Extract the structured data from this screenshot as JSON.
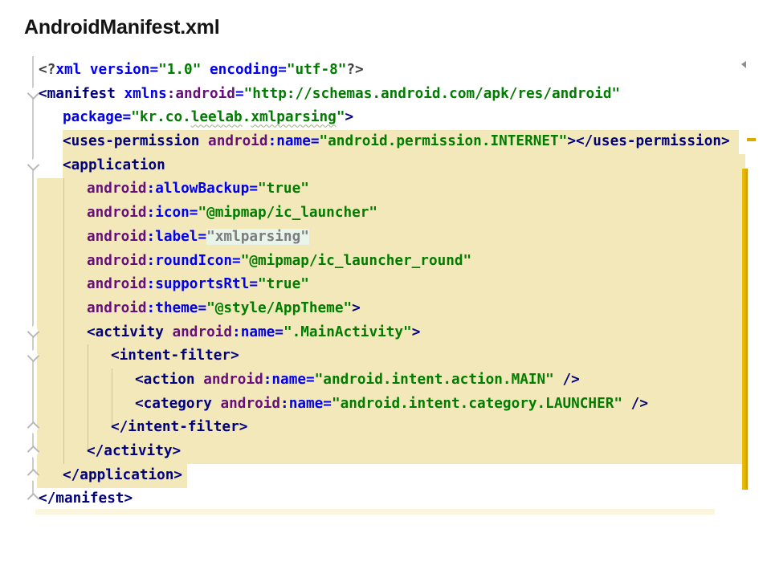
{
  "header": {
    "title": "AndroidManifest.xml"
  },
  "colors": {
    "selection_tan": "#f3e8b9",
    "selection_tan_pale": "#fbf5dd",
    "gold_stripe": "#e0ac00",
    "tag_navy": "#000080",
    "attr_blue": "#0000ee",
    "namespace_purple": "#660e7a",
    "value_green": "#007c00",
    "symbol_gray": "#3f3f3f",
    "resolved_value_gray": "#7d7d7d",
    "resolved_value_bg": "#e9f5ea",
    "gutter_gray": "#cccccc",
    "fold_marker_gray": "#b8b8b8"
  },
  "editor": {
    "lines": [
      {
        "indent": 0,
        "tokens": [
          {
            "c": "sym",
            "t": "<?"
          },
          {
            "c": "kw",
            "t": "xml version="
          },
          {
            "c": "str",
            "t": "\"1.0\""
          },
          {
            "c": "kw",
            "t": " encoding="
          },
          {
            "c": "str",
            "t": "\"utf-8\""
          },
          {
            "c": "sym",
            "t": "?>"
          }
        ]
      },
      {
        "indent": 0,
        "tokens": [
          {
            "c": "tag",
            "t": "<manifest"
          },
          {
            "c": "kw",
            "t": " xmlns"
          },
          {
            "c": "ns",
            "t": ":android"
          },
          {
            "c": "kw",
            "t": "="
          },
          {
            "c": "str",
            "t": "\"http://schemas.android.com/apk/res/android\""
          }
        ]
      },
      {
        "indent": 1,
        "tokens": [
          {
            "c": "kw",
            "t": "package="
          },
          {
            "c": "str",
            "t": "\"kr.co."
          },
          {
            "c": "str-warn",
            "t": "leelab"
          },
          {
            "c": "str",
            "t": "."
          },
          {
            "c": "str-warn",
            "t": "xmlparsing"
          },
          {
            "c": "str",
            "t": "\""
          },
          {
            "c": "tag",
            "t": ">"
          }
        ]
      },
      {
        "indent": 1,
        "tokens": [
          {
            "c": "tag",
            "t": "<uses-permission"
          },
          {
            "c": "ns",
            "t": " android"
          },
          {
            "c": "kw",
            "t": ":name="
          },
          {
            "c": "str",
            "t": "\"android.permission.INTERNET\""
          },
          {
            "c": "tag",
            "t": "></uses-permission>"
          }
        ]
      },
      {
        "indent": 1,
        "tokens": [
          {
            "c": "tag",
            "t": "<application"
          }
        ]
      },
      {
        "indent": 2,
        "tokens": [
          {
            "c": "ns",
            "t": "android"
          },
          {
            "c": "kw",
            "t": ":allowBackup="
          },
          {
            "c": "str",
            "t": "\"true\""
          }
        ]
      },
      {
        "indent": 2,
        "tokens": [
          {
            "c": "ns",
            "t": "android"
          },
          {
            "c": "kw",
            "t": ":icon="
          },
          {
            "c": "str",
            "t": "\"@mipmap/ic_launcher\""
          }
        ]
      },
      {
        "indent": 2,
        "tokens": [
          {
            "c": "ns",
            "t": "android"
          },
          {
            "c": "kw",
            "t": ":label="
          },
          {
            "c": "res",
            "t": "\"xmlparsing\""
          }
        ]
      },
      {
        "indent": 2,
        "tokens": [
          {
            "c": "ns",
            "t": "android"
          },
          {
            "c": "kw",
            "t": ":roundIcon="
          },
          {
            "c": "str",
            "t": "\"@mipmap/ic_launcher_round\""
          }
        ]
      },
      {
        "indent": 2,
        "tokens": [
          {
            "c": "ns",
            "t": "android"
          },
          {
            "c": "kw",
            "t": ":supportsRtl="
          },
          {
            "c": "str",
            "t": "\"true\""
          }
        ]
      },
      {
        "indent": 2,
        "tokens": [
          {
            "c": "ns",
            "t": "android"
          },
          {
            "c": "kw",
            "t": ":theme="
          },
          {
            "c": "str",
            "t": "\"@style/AppTheme\""
          },
          {
            "c": "tag",
            "t": ">"
          }
        ]
      },
      {
        "indent": 2,
        "tokens": [
          {
            "c": "tag",
            "t": "<activity"
          },
          {
            "c": "ns",
            "t": " android"
          },
          {
            "c": "kw",
            "t": ":name="
          },
          {
            "c": "str",
            "t": "\".MainActivity\""
          },
          {
            "c": "tag",
            "t": ">"
          }
        ]
      },
      {
        "indent": 3,
        "tokens": [
          {
            "c": "tag",
            "t": "<intent-filter>"
          }
        ]
      },
      {
        "indent": 4,
        "tokens": [
          {
            "c": "tag",
            "t": "<action"
          },
          {
            "c": "ns",
            "t": " android"
          },
          {
            "c": "kw",
            "t": ":name="
          },
          {
            "c": "str",
            "t": "\"android.intent.action.MAIN\""
          },
          {
            "c": "tag",
            "t": " />"
          }
        ]
      },
      {
        "indent": 4,
        "tokens": [
          {
            "c": "tag",
            "t": "<category"
          },
          {
            "c": "ns",
            "t": " android"
          },
          {
            "c": "kw",
            "t": ":name="
          },
          {
            "c": "str",
            "t": "\"android.intent.category.LAUNCHER\""
          },
          {
            "c": "tag",
            "t": " />"
          }
        ]
      },
      {
        "indent": 3,
        "tokens": [
          {
            "c": "tag",
            "t": "</intent-filter>"
          }
        ]
      },
      {
        "indent": 2,
        "tokens": [
          {
            "c": "tag",
            "t": "</activity>"
          }
        ]
      },
      {
        "indent": 1,
        "tokens": [
          {
            "c": "tag",
            "t": "</application>"
          }
        ]
      },
      {
        "indent": 0,
        "tokens": [
          {
            "c": "tag",
            "t": "</manifest>"
          }
        ]
      }
    ]
  }
}
